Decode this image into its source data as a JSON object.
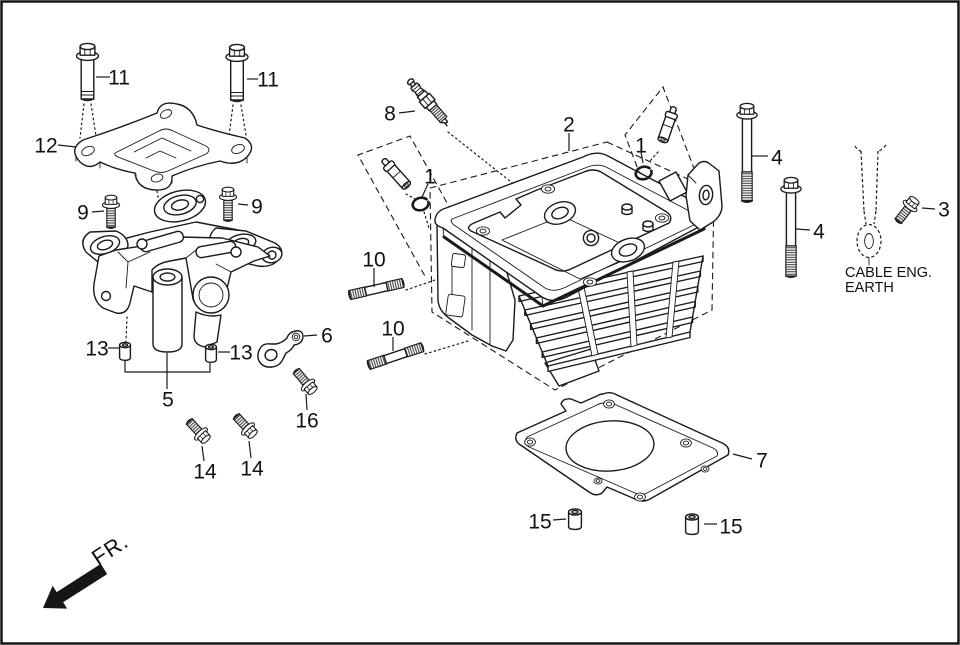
{
  "figure": {
    "background_color": "#ffffff",
    "line_color": "#1a1a1a",
    "fr_label": "FR.",
    "cable_label_line1": "CABLE ENG.",
    "cable_label_line2": "EARTH"
  },
  "callouts": [
    {
      "text": "11"
    },
    {
      "text": "11"
    },
    {
      "text": "12"
    },
    {
      "text": "9"
    },
    {
      "text": "9"
    },
    {
      "text": "13"
    },
    {
      "text": "13"
    },
    {
      "text": "5"
    },
    {
      "text": "6"
    },
    {
      "text": "16"
    },
    {
      "text": "14"
    },
    {
      "text": "14"
    },
    {
      "text": "10"
    },
    {
      "text": "10"
    },
    {
      "text": "8"
    },
    {
      "text": "1"
    },
    {
      "text": "1"
    },
    {
      "text": "2"
    },
    {
      "text": "4"
    },
    {
      "text": "4"
    },
    {
      "text": "3"
    },
    {
      "text": "7"
    },
    {
      "text": "15"
    },
    {
      "text": "15"
    }
  ]
}
